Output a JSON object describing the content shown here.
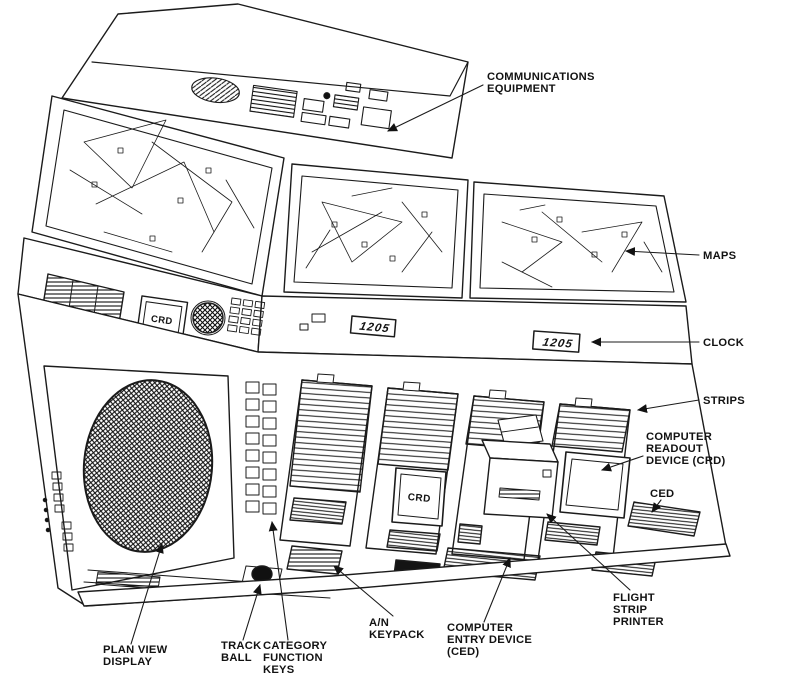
{
  "figure": {
    "background": "#ffffff",
    "ink": "#121212",
    "description_type": "technical line diagram of air traffic control console"
  },
  "callouts": {
    "communications_equipment": {
      "lines": [
        "COMMUNICATIONS",
        "EQUIPMENT"
      ]
    },
    "maps": {
      "lines": [
        "MAPS"
      ]
    },
    "clock": {
      "lines": [
        "CLOCK"
      ]
    },
    "strips": {
      "lines": [
        "STRIPS"
      ]
    },
    "computer_readout_device": {
      "lines": [
        "COMPUTER",
        "READOUT",
        "DEVICE (CRD)"
      ]
    },
    "ced": {
      "lines": [
        "CED"
      ]
    },
    "flight_strip_printer": {
      "lines": [
        "FLIGHT",
        "STRIP",
        "PRINTER"
      ]
    },
    "computer_entry_device": {
      "lines": [
        "COMPUTER",
        "ENTRY DEVICE",
        "(CED)"
      ]
    },
    "an_keypack": {
      "lines": [
        "A/N",
        "KEYPACK"
      ]
    },
    "category_function_keys": {
      "lines": [
        "CATEGORY",
        "FUNCTION",
        "KEYS"
      ]
    },
    "track_ball": {
      "lines": [
        "TRACK",
        "BALL"
      ]
    },
    "plan_view_display": {
      "lines": [
        "PLAN VIEW",
        "DISPLAY"
      ]
    }
  },
  "panel_text": {
    "crd_mini": "CRD",
    "crd_bay": "CRD",
    "clock_upper": "1205",
    "clock_lower": "1205"
  }
}
